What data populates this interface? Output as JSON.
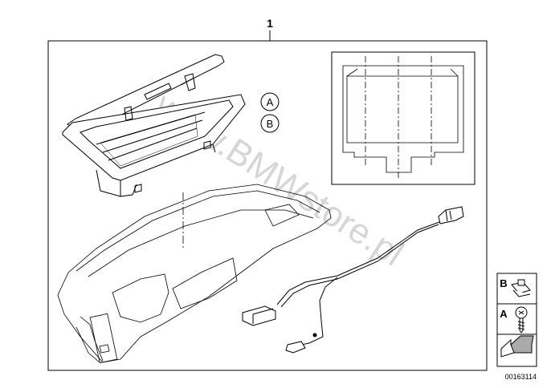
{
  "part_number": "1",
  "callouts": [
    "A",
    "B"
  ],
  "legend": [
    {
      "letter": "B",
      "icon": "clip-nut-icon"
    },
    {
      "letter": "A",
      "icon": "screw-icon"
    }
  ],
  "legend_arrow_icon": "flat-arrow-icon",
  "watermark": "www.BMWstore.pl",
  "diagram_id": "00163114"
}
